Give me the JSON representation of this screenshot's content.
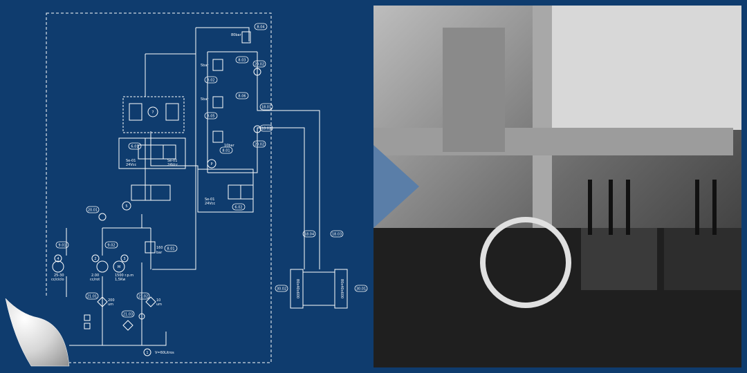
{
  "colors": {
    "background": "#0f3c6e",
    "line": "#ffffff",
    "arrow": "#5a7ea8",
    "photo_dark": "#1a1a1a",
    "photo_light": "#cfcfcf"
  },
  "diagram": {
    "tags": {
      "t_8_04": "8.04",
      "t_8_03": "8.03",
      "t_8_02": "8.02",
      "t_8_06": "8.06",
      "t_8_05": "8.05",
      "t_8_01": "8.01",
      "t_20_02a": "20.02",
      "t_20_02b": "20.02",
      "t_18_01": "18.01",
      "t_18_02": "18.02",
      "t_6_01": "6.01",
      "t_6_02": "6.02",
      "t_20_01": "20.01",
      "t_9_01": "9.01",
      "t_9_02": "9.02",
      "t_21_01": "21.01",
      "t_21_02": "21.02",
      "t_21_03": "21.03",
      "t_18_04": "18.04",
      "t_18_03": "18.03",
      "t_30_02": "30.02",
      "t_30_01": "30.01",
      "t_7": "7",
      "t_p": "P",
      "t_5": "5",
      "t_1": "1",
      "t_4": "4",
      "t_2": "2",
      "t_3": "3",
      "t_m": "M"
    },
    "labels": {
      "p80bar": "80bar",
      "p5bar_a": "5bar",
      "p5bar_b": "5bar",
      "p10bar": "10bar",
      "v_left_a": "Se-01",
      "v_left_b": "24Vcc",
      "v_right_a": "Se-01",
      "v_right_b": "24Vcc",
      "v_p_a": "Se-01",
      "v_p_b": "24Vcc",
      "p160bar": "160",
      "p160bar_unit": "bar",
      "pump4_a": "25-30",
      "pump4_b": "cc/ciclo",
      "pump2_a": "2.00",
      "pump2_b": "cc/rot",
      "motor_a": "1500 r.p.m",
      "motor_b": "1,5Kw",
      "filter_a": "200",
      "filter_b": "um",
      "filter2_a": "10",
      "filter2_b": "um",
      "tank": "V=60Litros",
      "cyl_left": "80x40x600",
      "cyl_right": "80x40x600"
    }
  }
}
